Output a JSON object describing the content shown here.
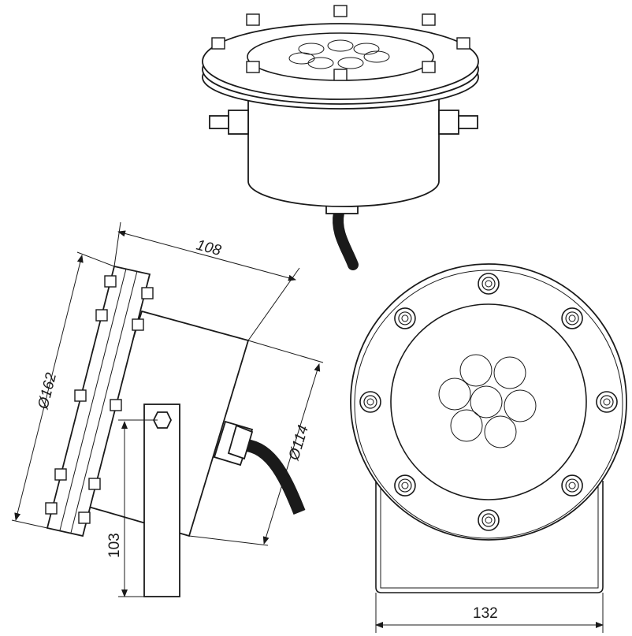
{
  "drawing": {
    "dimensions": {
      "length": "108",
      "flange_diameter": "Ø162",
      "body_diameter": "Ø114",
      "bracket_height": "103",
      "bracket_width": "132"
    },
    "colors": {
      "line": "#1a1a1a",
      "background": "#ffffff"
    }
  }
}
